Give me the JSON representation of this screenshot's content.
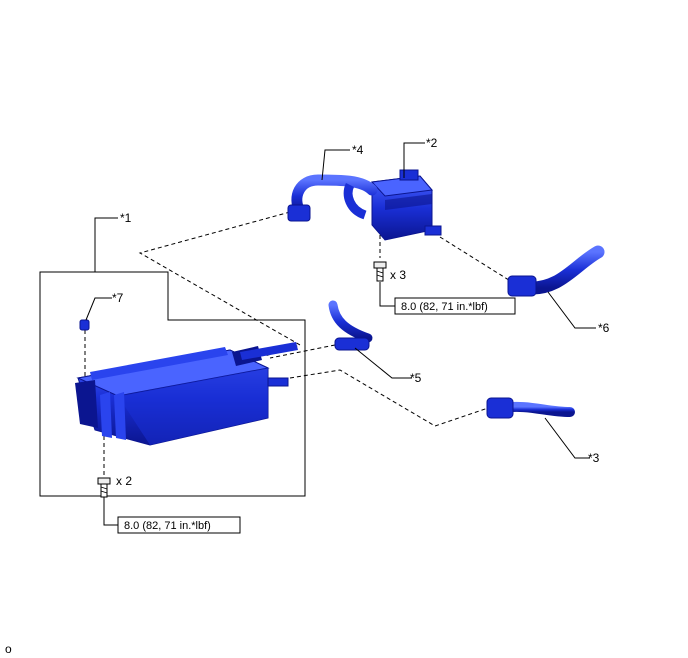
{
  "colors": {
    "part_fill": "#1a2fd6",
    "part_dark": "#0b1590",
    "part_light": "#4a64ff",
    "line": "#000000"
  },
  "callouts": {
    "c1": "*1",
    "c2": "*2",
    "c3": "*3",
    "c4": "*4",
    "c5": "*5",
    "c6": "*6",
    "c7": "*7"
  },
  "torque": {
    "upper": "8.0 (82, 71 in.*lbf)",
    "lower": "8.0 (82, 71 in.*lbf)"
  },
  "quantities": {
    "upper_bolts": "x 3",
    "lower_bolts": "x 2"
  },
  "footer_mark": "o"
}
